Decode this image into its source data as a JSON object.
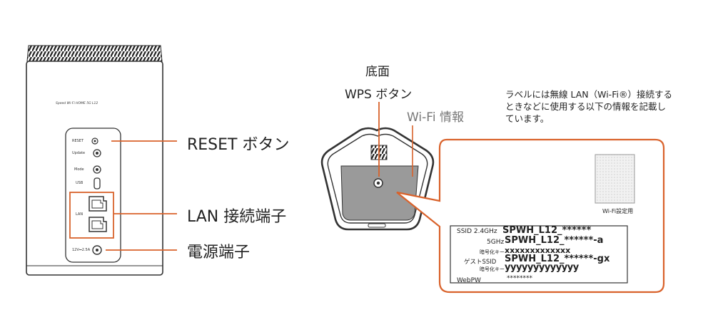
{
  "router": {
    "model_text": "Speed Wi-Fi HOME 5G L12",
    "ports": {
      "reset": "RESET",
      "update": "Update",
      "mode": "Mode",
      "usb": "USB",
      "lan": "LAN",
      "power": "12V⎓2.5A"
    }
  },
  "callouts": {
    "reset_button": "RESET ボタン",
    "lan_port": "LAN 接続端子",
    "power_port": "電源端子"
  },
  "bottom_view": {
    "title": "底面",
    "wps_button": "WPS ボタン",
    "wifi_info": "Wi-Fi 情報",
    "note": "ラベルには無線 LAN（Wi-Fi®）接続するときなどに使用する以下の情報を記載しています。"
  },
  "label": {
    "qr_caption": "Wi-Fi設定用",
    "ssid24_key": "SSID 2.4GHz",
    "ssid24_val": "SPWH_L12_******",
    "ssid5_key": "5GHz",
    "ssid5_val": "SPWH_L12_******-a",
    "enc_key": "暗号化キー",
    "enc_val": "xxxxxxxxxxxxx",
    "guest_key": "ゲストSSID",
    "guest_val": "SPWH_L12_******-gx",
    "guest_enc_key": "暗号化キー",
    "guest_enc_val": "yyyyyyyyyyyyy",
    "webpw_key": "WebPW",
    "webpw_val": "********"
  },
  "colors": {
    "accent": "#d9622b",
    "device_grey": "#9a9a9a",
    "outline": "#333333"
  }
}
